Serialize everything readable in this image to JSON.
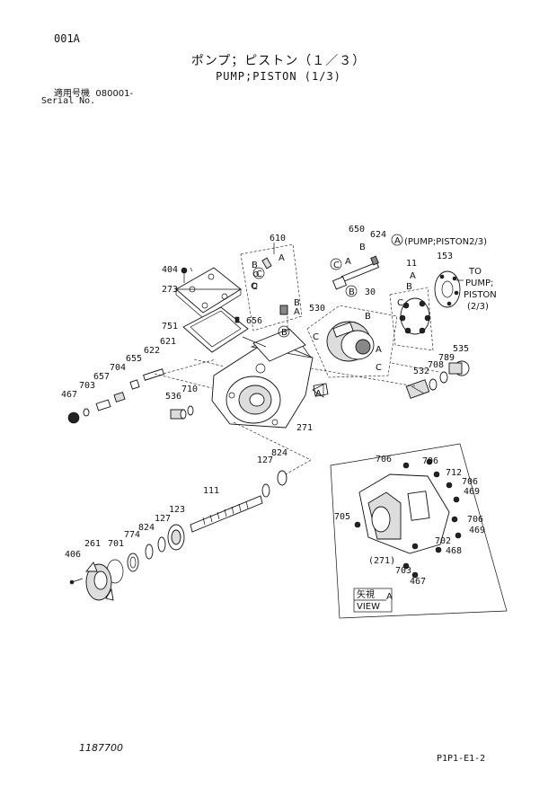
{
  "header": {
    "code": "001A",
    "title_jp": "ポンプ；ピストン（１／３）",
    "title_en": "PUMP;PISTON (1/3)",
    "serial_label_jp": "適用号機",
    "serial_value": "080001-",
    "serial_label_en": "Serial No."
  },
  "refs": {
    "A_ref": "(PUMP;PISTON2/3)",
    "to": "TO",
    "to_pump": "PUMP;",
    "to_piston": "PISTON",
    "to_part": "(2/3)",
    "view_jp": "矢視",
    "view_en": "VIEW",
    "view_letter": "A"
  },
  "parts": {
    "p610": "610",
    "p650": "650",
    "p624": "624",
    "p11": "11",
    "p153": "153",
    "p404": "404",
    "p273": "273",
    "p751": "751",
    "p656": "656",
    "p530": "530",
    "p30": "30",
    "p621": "621",
    "p622": "622",
    "p655": "655",
    "p704": "704",
    "p657": "657",
    "p703": "703",
    "p467": "467",
    "p536": "536",
    "p710": "710",
    "p271": "271",
    "p535": "535",
    "p789": "789",
    "p708": "708",
    "p532": "532",
    "p127a": "127",
    "p824a": "824",
    "p111": "111",
    "p123": "123",
    "p127b": "127",
    "p824b": "824",
    "p774": "774",
    "p701": "701",
    "p261": "261",
    "p406": "406",
    "v706a": "706",
    "v706b": "706",
    "v712": "712",
    "v706c": "706",
    "v469a": "469",
    "v705": "705",
    "v706d": "706",
    "v469b": "469",
    "v702": "702",
    "v468": "468",
    "v271": "(271)",
    "v703": "703",
    "v467": "467"
  },
  "callouts": {
    "A": "A",
    "B": "B",
    "C": "C"
  },
  "footer": {
    "drawing_no": "1187700",
    "page_ref": "P1P1-E1-2"
  }
}
